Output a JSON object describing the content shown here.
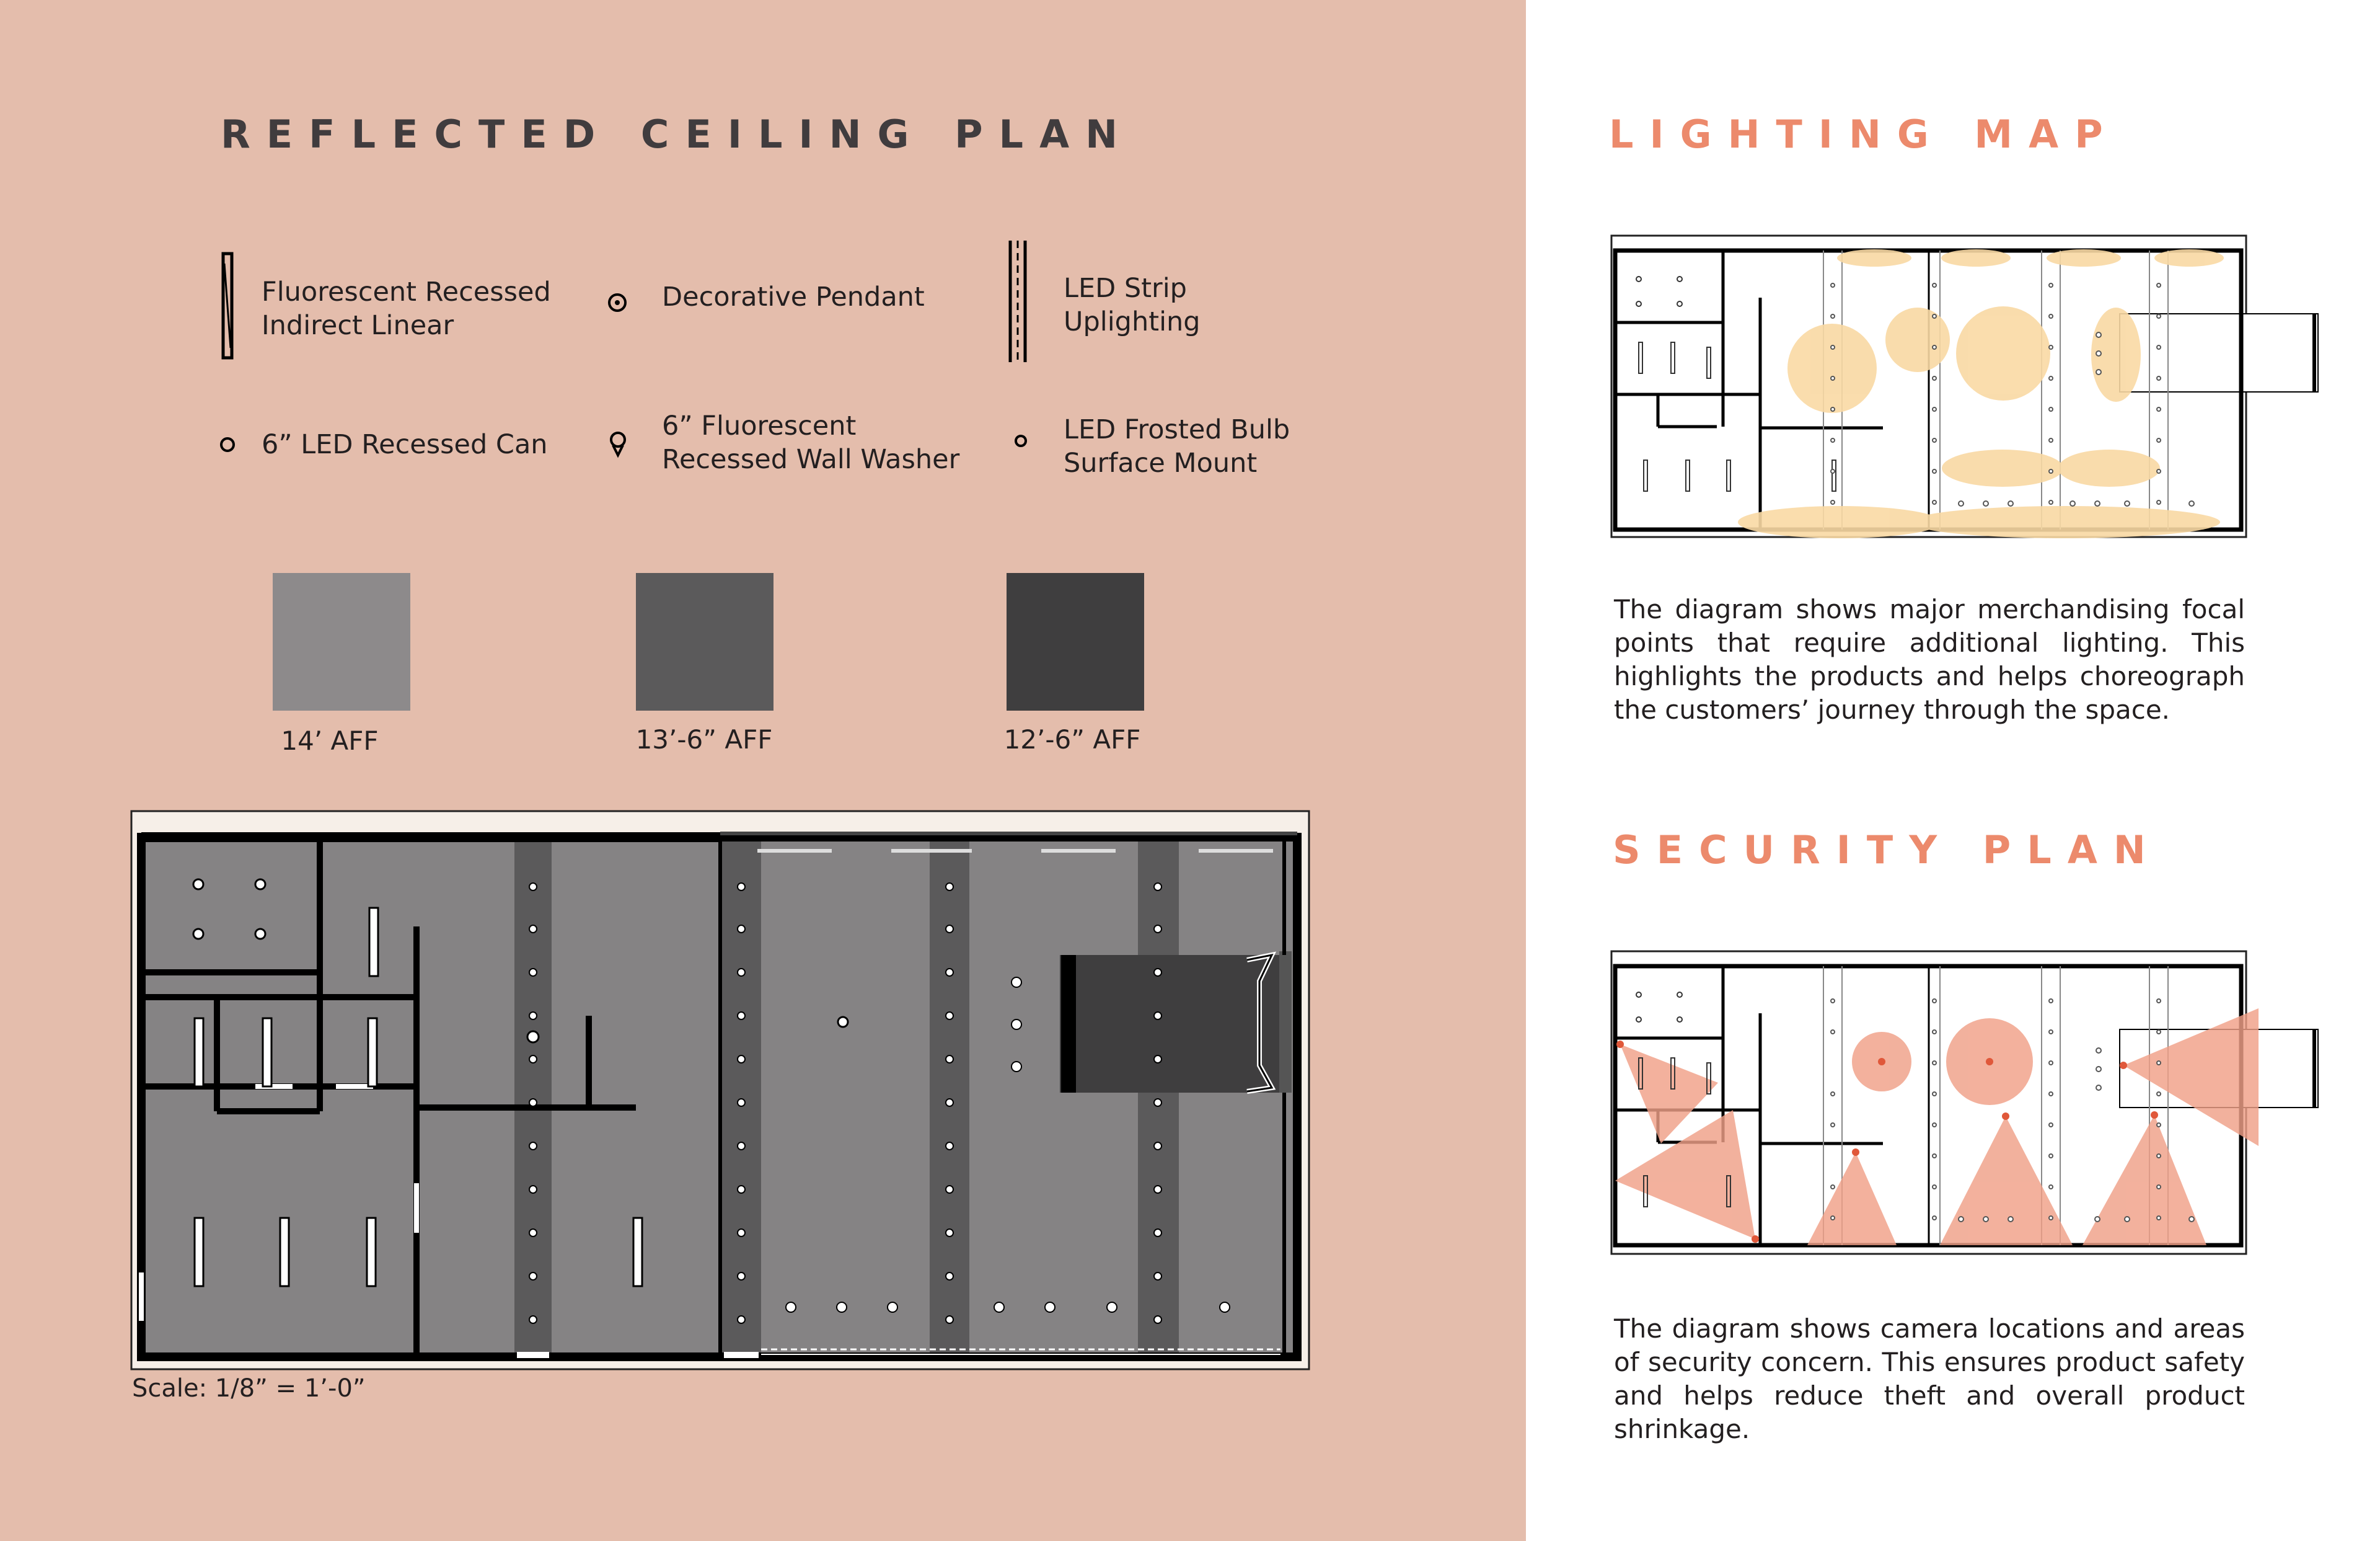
{
  "rcp": {
    "title": "REFLECTED CEILING PLAN",
    "legend": [
      {
        "icon": "fluorescent-linear-icon",
        "lines": [
          "Fluorescent Recessed",
          "Indirect Linear"
        ]
      },
      {
        "icon": "pendant-icon",
        "lines": [
          "Decorative Pendant"
        ]
      },
      {
        "icon": "led-strip-icon",
        "lines": [
          "LED Strip",
          "Uplighting"
        ]
      },
      {
        "icon": "recessed-can-icon",
        "lines": [
          "6” LED Recessed Can"
        ]
      },
      {
        "icon": "wall-washer-icon",
        "lines": [
          "6” Fluorescent",
          "Recessed Wall Washer"
        ]
      },
      {
        "icon": "frosted-bulb-icon",
        "lines": [
          "LED Frosted Bulb",
          "Surface Mount"
        ]
      }
    ],
    "swatches": [
      {
        "color": "#8d8a8b",
        "label": "14’ AFF"
      },
      {
        "color": "#5b5a5b",
        "label": "13’-6” AFF"
      },
      {
        "color": "#3f3e3f",
        "label": "12’-6” AFF"
      }
    ],
    "scale": "Scale: 1/8” = 1’-0”"
  },
  "lighting": {
    "title": "LIGHTING MAP",
    "description": "The diagram shows major merchandising focal points that require additional lighting. This highlights the products and helps choreograph the customers’ journey through the space."
  },
  "security": {
    "title": "SECURITY PLAN",
    "description": "The diagram shows camera locations and areas of security concern. This ensures product safety and helps reduce theft and overall product shrinkage."
  },
  "colors": {
    "background_left": "#e4bdac",
    "accent": "#ec8a6c",
    "title_dark": "#403c3e",
    "glow": "#f9d9a4",
    "camera_zone": "#f0a088"
  }
}
